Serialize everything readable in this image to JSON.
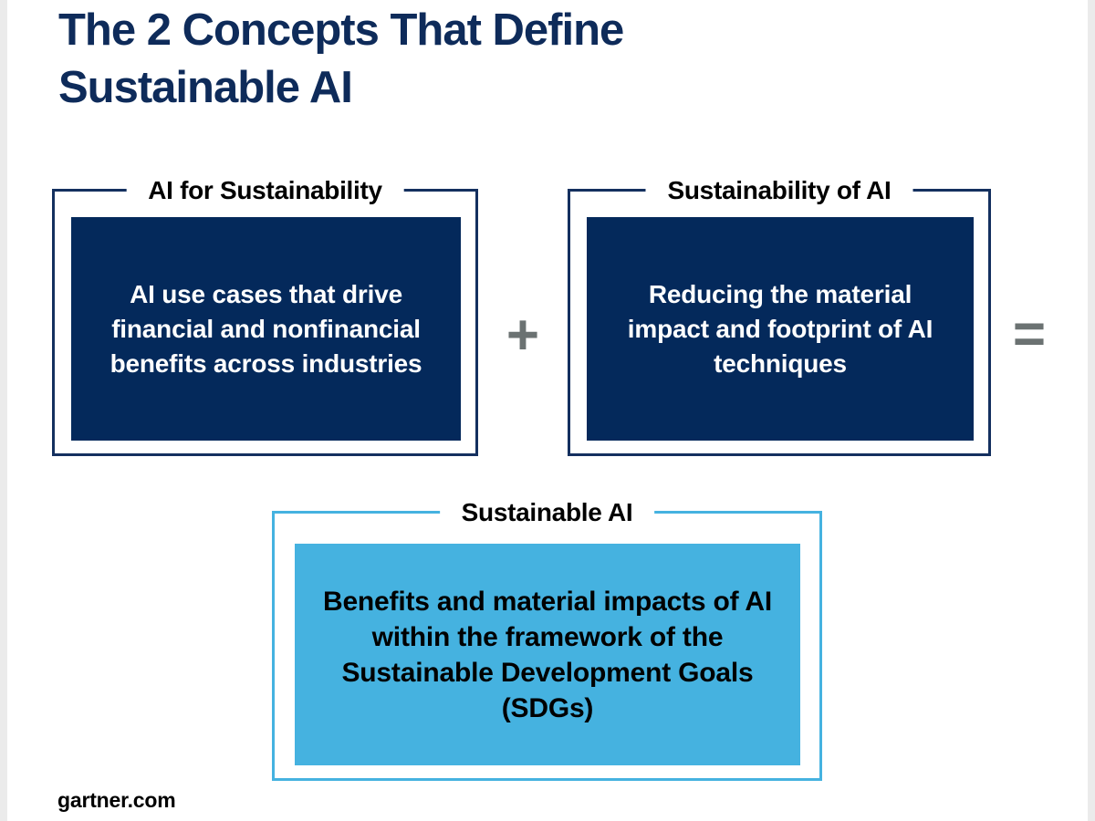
{
  "title": {
    "lines": [
      "The 2 Concepts That Define",
      "Sustainable AI"
    ]
  },
  "concepts": [
    {
      "label": "AI for Sustainability",
      "body": "AI use cases that drive financial and nonfinancial benefits across industries"
    },
    {
      "label": "Sustainability of AI",
      "body": "Reducing the material impact and footprint of AI techniques"
    },
    {
      "label": "Sustainable AI",
      "body": "Benefits and material impacts of AI within the framework of the Sustainable Development Goals (SDGs)"
    }
  ],
  "operators": {
    "plus": "+",
    "equals": "="
  },
  "footer": {
    "site": "gartner.com"
  },
  "colors": {
    "navy": "#04295b",
    "navy_border": "#14305f",
    "light_blue": "#45b2e0",
    "operator_gray": "#6b7272",
    "page_edge_gray": "#ebebeb",
    "title_navy": "#0e2b5a"
  }
}
